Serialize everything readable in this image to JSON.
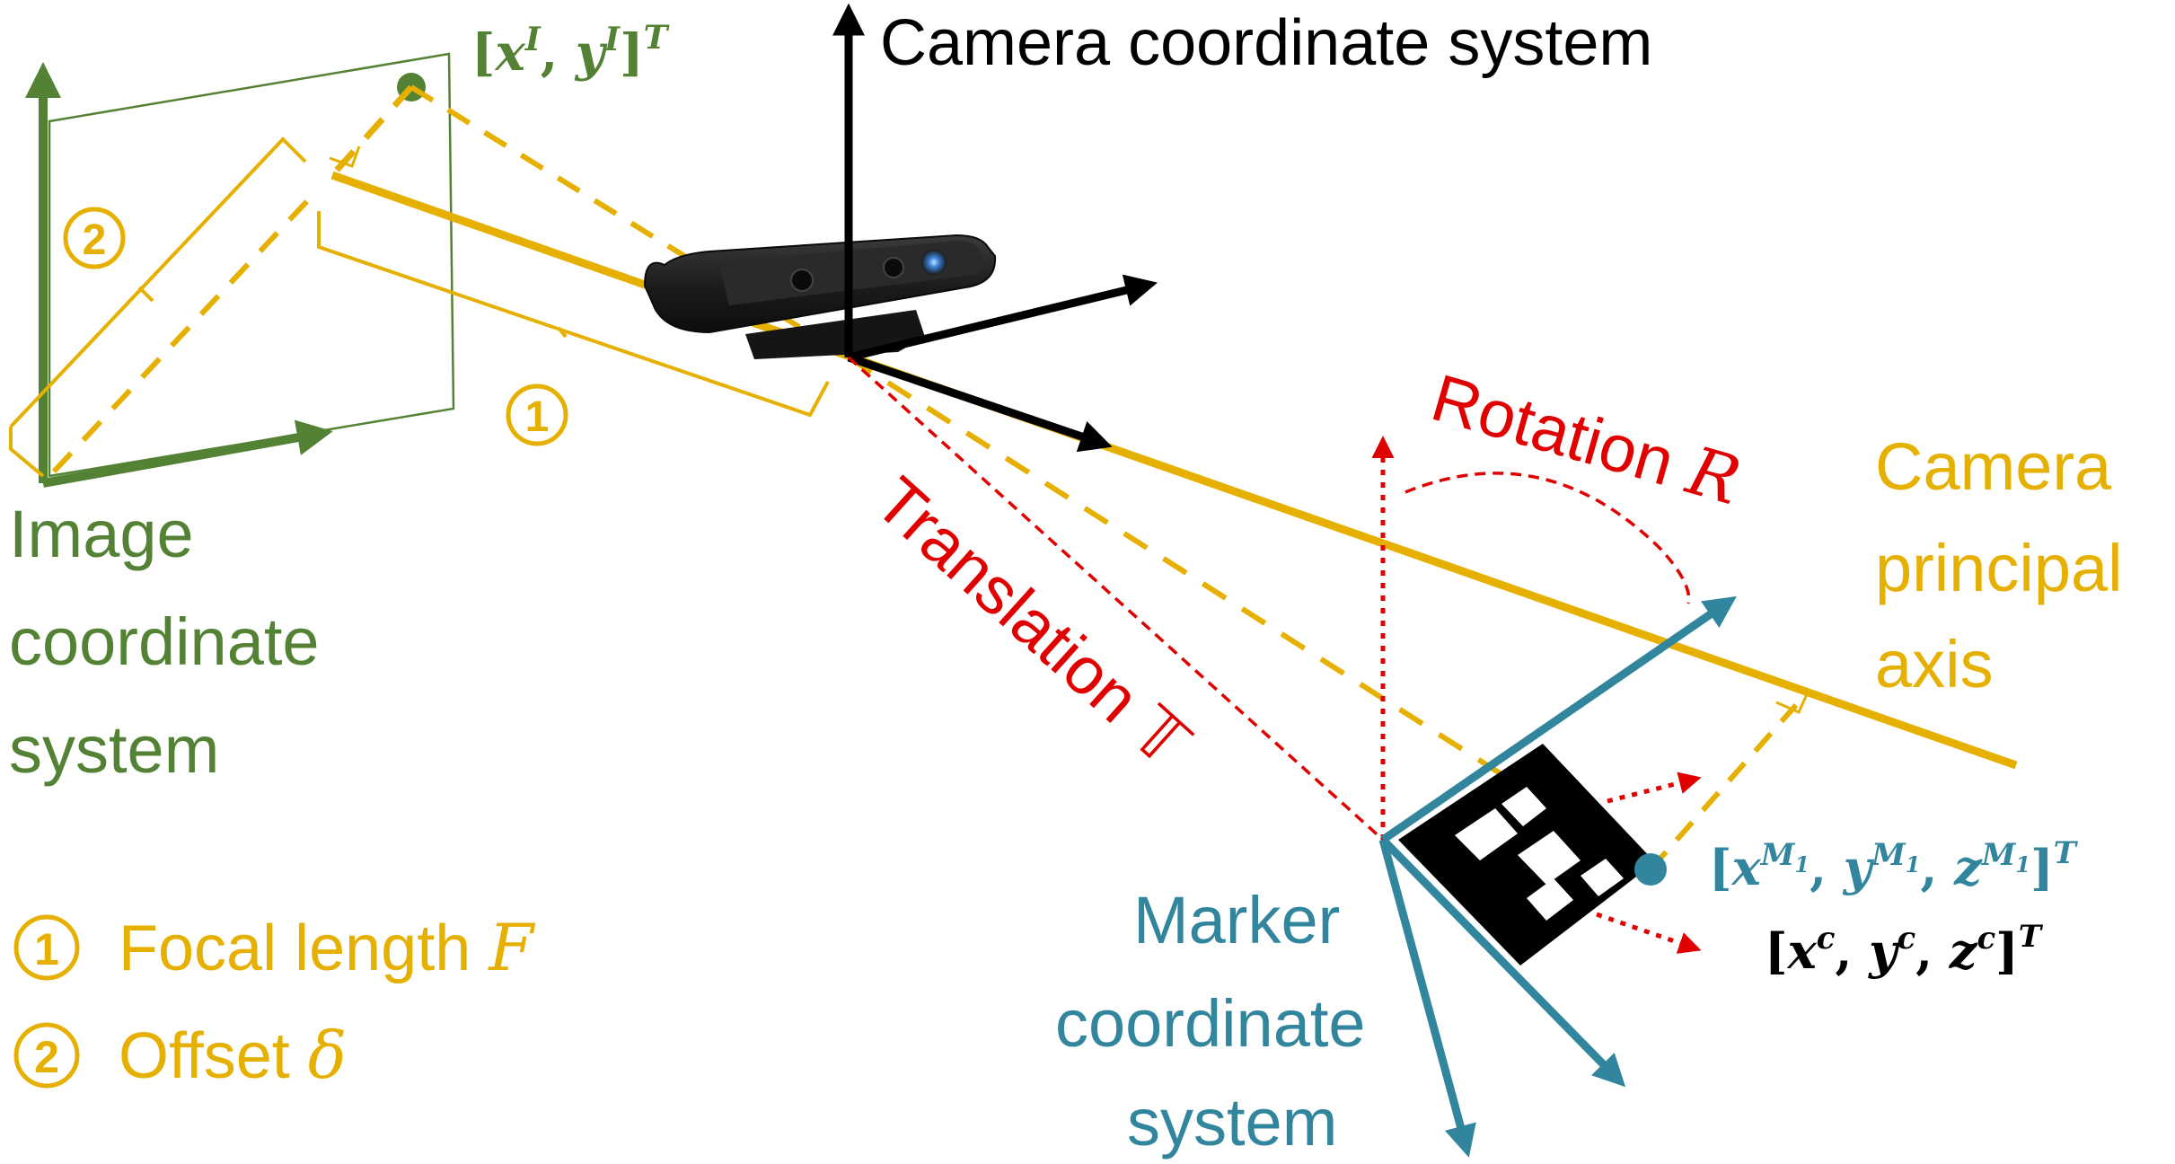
{
  "colors": {
    "image_frame": "#548235",
    "camera_axis": "#e6b000",
    "camera_frame": "#000000",
    "transform": "#e00000",
    "marker": "#31859c",
    "camera_body": "#222222",
    "lens_glow": "#3a7fd5"
  },
  "labels": {
    "camera_coordinate_system": "Camera coordinate system",
    "image_coordinate_system": [
      "Image",
      "coordinate",
      "system"
    ],
    "camera_principal_axis": [
      "Camera",
      "principal",
      "axis"
    ],
    "marker_coordinate_system": [
      "Marker",
      "coordinate",
      "system"
    ],
    "rotation": {
      "text": "Rotation ",
      "symbol": "R"
    },
    "translation": {
      "text": "Translation ",
      "symbol": "𝕋"
    }
  },
  "image_point": {
    "bracket_open": "[",
    "x": "x",
    "x_sup": "I",
    "sep": ", ",
    "y": "y",
    "y_sup": "I",
    "bracket_close": "]",
    "t_sup": "T"
  },
  "marker_point": {
    "bracket_open": "[",
    "x": "x",
    "y": "y",
    "z": "z",
    "sup": "M",
    "sub": "1",
    "sep": ", ",
    "bracket_close": "]",
    "t_sup": "T"
  },
  "camera_point": {
    "bracket_open": "[",
    "x": "x",
    "y": "y",
    "z": "z",
    "sup": "c",
    "sep": ", ",
    "bracket_close": "]",
    "t_sup": "T"
  },
  "markers": {
    "one": "1",
    "two": "2"
  },
  "legend": [
    {
      "number": "1",
      "text": "Focal length ",
      "symbol": "F"
    },
    {
      "number": "2",
      "text": "Offset ",
      "symbol": "δ"
    }
  ]
}
